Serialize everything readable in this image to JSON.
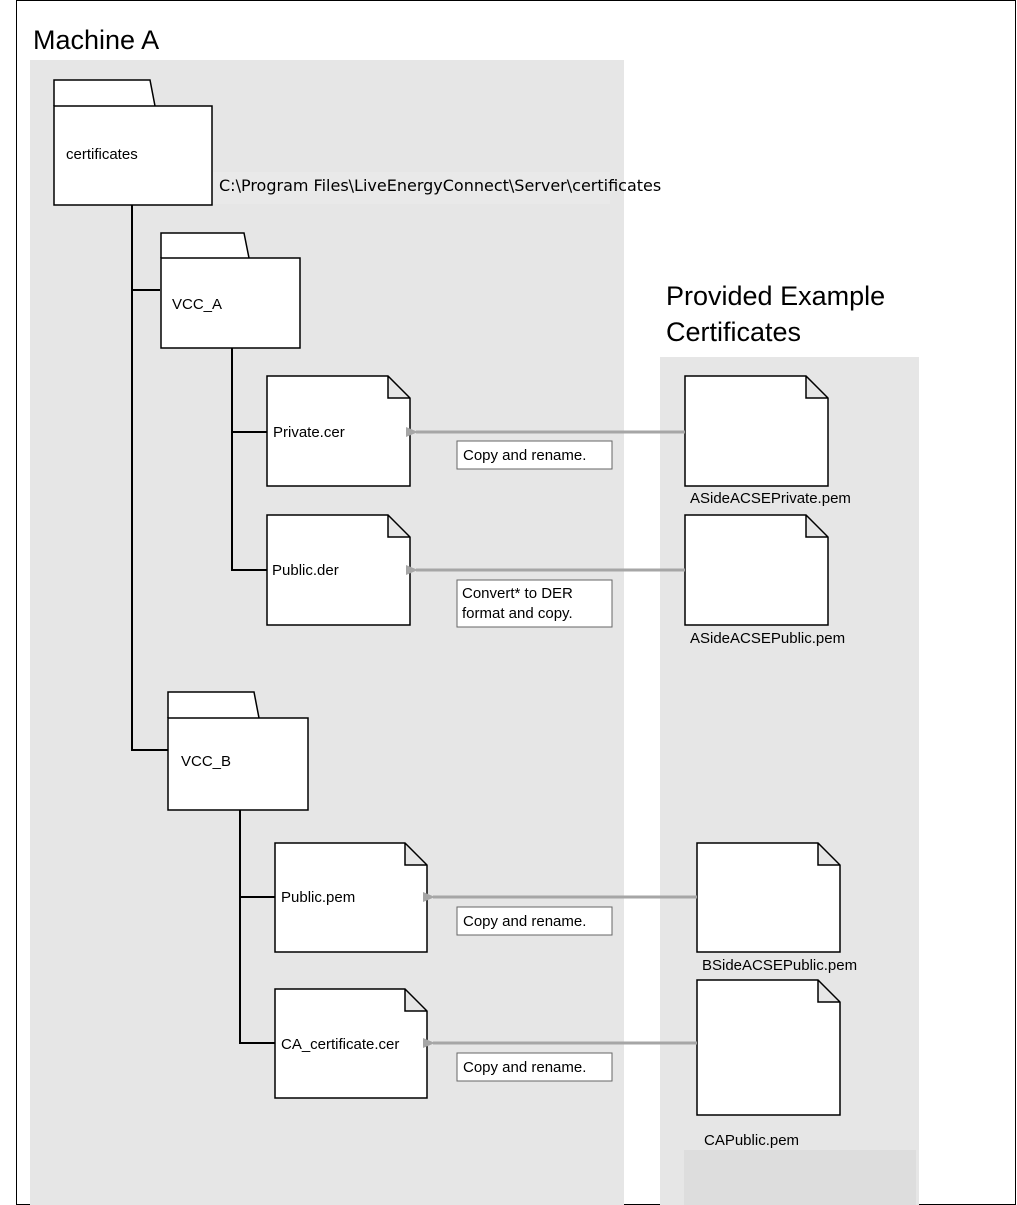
{
  "machine_title": "Machine A",
  "path_label": "C:\\Program Files\\LiveEnergyConnect\\Server\\certificates",
  "provided_title_line1": "Provided Example",
  "provided_title_line2": "Certificates",
  "folders": {
    "root": "certificates",
    "vcc_a": "VCC_A",
    "vcc_b": "VCC_B"
  },
  "target_files": {
    "private_cer": "Private.cer",
    "public_der": "Public.der",
    "public_pem": "Public.pem",
    "ca_certificate": "CA_certificate.cer"
  },
  "source_files": {
    "aside_private": "ASideACSEPrivate.pem",
    "aside_public": "ASideACSEPublic.pem",
    "bside_public": "BSideACSEPublic.pem",
    "ca_public": "CAPublic.pem"
  },
  "actions": {
    "copy_rename_1": "Copy and rename.",
    "convert_line1": "Convert* to DER",
    "convert_line2": "format and copy.",
    "copy_rename_2": "Copy and rename.",
    "copy_rename_3": "Copy and rename."
  },
  "colors": {
    "panel_fill": "#e6e6e6",
    "arrow": "#a6a6a6",
    "outline": "#000000"
  }
}
